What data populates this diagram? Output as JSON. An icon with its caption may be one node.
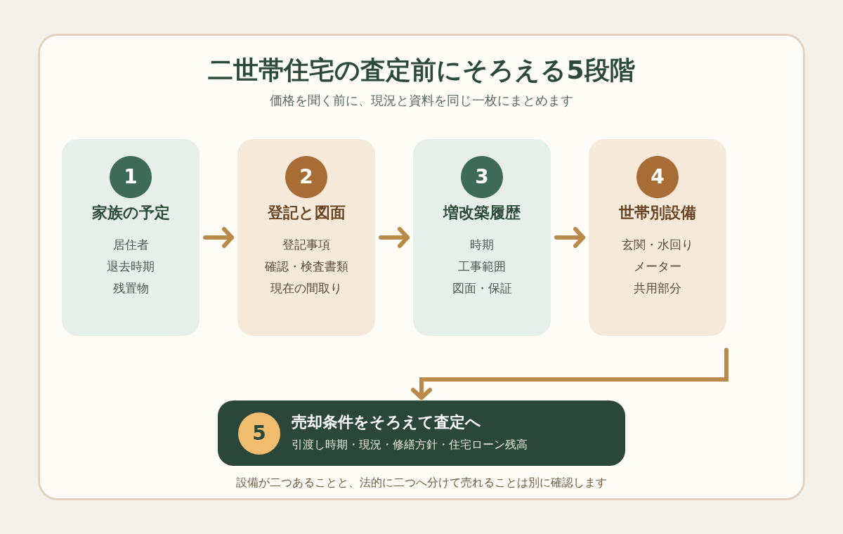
{
  "diagram": {
    "title": "二世帯住宅の査定前にそろえる5段階",
    "nodes": [
      {
        "text": [
          "1",
          "家族の予定",
          "居住者",
          "退去時期",
          "残置物"
        ]
      },
      {
        "text": [
          "2",
          "登記と図面",
          "登記事項",
          "確認・検査書類",
          "現在の間取り"
        ]
      },
      {
        "text": [
          "3",
          "増改築履歴",
          "時期",
          "工事範囲",
          "図面・保証"
        ]
      },
      {
        "text": [
          "4",
          "世帯別設備",
          "玄関・水回り",
          "メーター",
          "共用部分"
        ]
      },
      {
        "text": [
          "5",
          "売却条件をそろえて査定へ",
          "引渡し時期・現況・修繕方針・住宅ローン残高"
        ]
      }
    ],
    "edges": [
      {
        "from": 0,
        "to": 1,
        "arrow": "to"
      },
      {
        "from": 1,
        "to": 2,
        "arrow": "to"
      },
      {
        "from": 2,
        "to": 3,
        "arrow": "to"
      },
      {
        "from": 3,
        "to": 4,
        "arrow": "to"
      }
    ],
    "labels": [
      "価格を聞く前に、現況と資料を同じ一枚にまとめます",
      "設備が二つあることと、法的に二つへ分けて売れることは別に確認します"
    ]
  }
}
